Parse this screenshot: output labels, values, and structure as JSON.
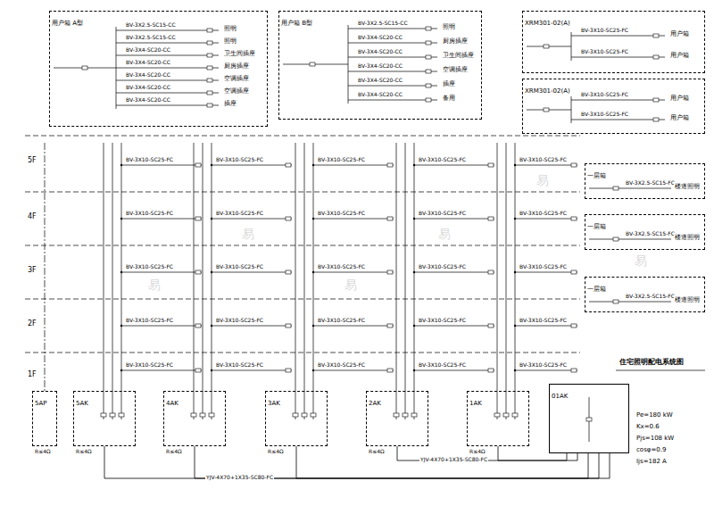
{
  "diagram": {
    "title": "住宅照明配电系统图",
    "nodes": [
      {
        "text": [
          "用户箱 A型"
        ]
      },
      {
        "text": [
          "用户箱 B型"
        ]
      },
      {
        "text": [
          "XRM301-02(A)"
        ]
      },
      {
        "text": [
          "XRM301-02(A)"
        ]
      },
      {
        "text": [
          "一层箱"
        ]
      },
      {
        "text": [
          "一层箱"
        ]
      },
      {
        "text": [
          "一层箱"
        ]
      },
      {
        "text": [
          "5AP"
        ]
      },
      {
        "text": [
          "5AK"
        ]
      },
      {
        "text": [
          "4AK"
        ]
      },
      {
        "text": [
          "3AK"
        ]
      },
      {
        "text": [
          "2AK"
        ]
      },
      {
        "text": [
          "1AK"
        ]
      },
      {
        "text": [
          "01AK"
        ]
      }
    ],
    "edges": [
      {
        "from": 13,
        "to": 12,
        "arrow": "none"
      },
      {
        "from": 13,
        "to": 11,
        "arrow": "none"
      },
      {
        "from": 13,
        "to": 10,
        "arrow": "none"
      },
      {
        "from": 13,
        "to": 9,
        "arrow": "none"
      },
      {
        "from": 13,
        "to": 8,
        "arrow": "none"
      }
    ],
    "labels": [
      "5F",
      "4F",
      "3F",
      "2F",
      "1F",
      "BV-3X2.5-SC15-CC",
      "照明",
      "BV-3X2.5-SC15-CC",
      "照明",
      "BV-3X4-SC20-CC",
      "卫生间插座",
      "BV-3X4-SC20-CC",
      "厨房插座",
      "BV-3X4-SC20-CC",
      "空调插座",
      "BV-3X4-SC20-CC",
      "空调插座",
      "BV-3X4-SC20-CC",
      "插座",
      "BV-3X2.5-SC15-CC",
      "照明",
      "BV-3X4-SC20-CC",
      "厨房插座",
      "BV-3X4-SC20-CC",
      "卫生间插座",
      "BV-3X4-SC20-CC",
      "空调插座",
      "BV-3X4-SC20-CC",
      "插座",
      "BV-3X4-SC20-CC",
      "备用",
      "BV-3X10-SC25-FC",
      "用户箱",
      "BV-3X10-SC25-FC",
      "用户箱",
      "BV-3X10-SC25-FC",
      "用户箱",
      "BV-3X10-SC25-FC",
      "用户箱",
      "BV-3X2.5-SC15-FC",
      "楼道照明",
      "BV-3X2.5-SC15-FC",
      "楼道照明",
      "BV-3X2.5-SC15-FC",
      "楼道照明",
      "BV-3X10-SC25-FC",
      "BV-3X10-SC25-FC",
      "BV-3X10-SC25-FC",
      "BV-3X10-SC25-FC",
      "BV-3X10-SC25-FC",
      "BV-3X10-SC25-FC",
      "BV-3X10-SC25-FC",
      "BV-3X10-SC25-FC",
      "BV-3X10-SC25-FC",
      "BV-3X10-SC25-FC",
      "BV-3X10-SC25-FC",
      "BV-3X10-SC25-FC",
      "BV-3X10-SC25-FC",
      "BV-3X10-SC25-FC",
      "BV-3X10-SC25-FC",
      "BV-3X10-SC25-FC",
      "BV-3X10-SC25-FC",
      "BV-3X10-SC25-FC",
      "BV-3X10-SC25-FC",
      "BV-3X10-SC25-FC",
      "BV-3X10-SC25-FC",
      "BV-3X10-SC25-FC",
      "BV-3X10-SC25-FC",
      "BV-3X10-SC25-FC",
      "BV-3X10-SC25-FC",
      "R≤4Ω",
      "R≤4Ω",
      "R≤4Ω",
      "R≤4Ω",
      "R≤4Ω",
      "R≤4Ω",
      "YJV-4X70+1X35-SC80-FC",
      "YJV-4X70+1X35-SC80-FC",
      "Pe=180 kW",
      "Kx=0.6",
      "Pjs=108 kW",
      "cosφ=0.9",
      "Ijs=182 A",
      "易",
      "易",
      "易",
      "易",
      "易",
      "易"
    ]
  }
}
